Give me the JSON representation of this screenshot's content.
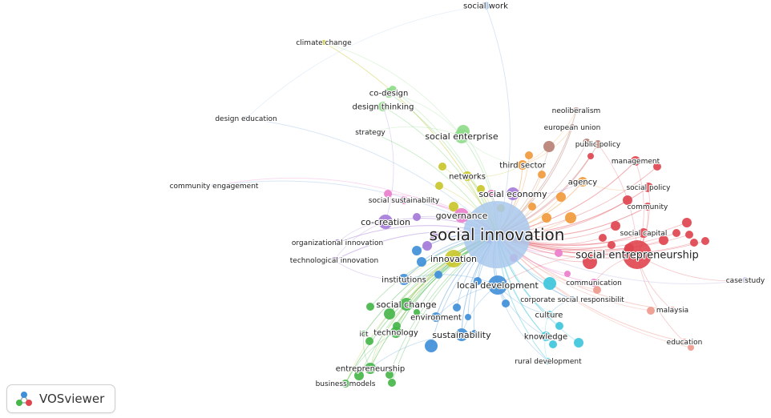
{
  "app": {
    "name": "VOSviewer"
  },
  "colors": {
    "cluster1_red": "#e0454f",
    "cluster2_green": "#46b64a",
    "cluster3_blue": "#3f8fd8",
    "cluster4_yellow": "#c9c62a",
    "cluster5_purple": "#a47ad8",
    "cluster6_cyan": "#3fc6dc",
    "cluster7_orange": "#f09a3c",
    "cluster8_brown": "#b98176",
    "cluster9_pink": "#ea7ecb",
    "core_lightblue": "#a9c8ec",
    "lightgreen": "#8fdc8b",
    "salmon": "#ef9a8e",
    "lavender": "#c3c4ec"
  },
  "network": {
    "items": [
      {
        "id": "social_innovation",
        "label": "social innovation",
        "color": "core_lightblue"
      },
      {
        "id": "social_entrepreneurship",
        "label": "social entrepreneurship",
        "color": "cluster1_red"
      },
      {
        "id": "local_development",
        "label": "local development",
        "color": "cluster3_blue"
      },
      {
        "id": "innovation",
        "label": "innovation",
        "color": "cluster4_yellow"
      },
      {
        "id": "governance",
        "label": "governance",
        "color": "cluster9_pink"
      },
      {
        "id": "co_creation",
        "label": "co-creation",
        "color": "cluster5_purple"
      },
      {
        "id": "social_economy",
        "label": "social economy",
        "color": "cluster5_purple"
      },
      {
        "id": "social_enterprise",
        "label": "social enterprise",
        "color": "lightgreen"
      },
      {
        "id": "sustainability",
        "label": "sustainability",
        "color": "cluster3_blue"
      },
      {
        "id": "social_change",
        "label": "social change",
        "color": "cluster2_green"
      },
      {
        "id": "social_work",
        "label": "social work",
        "color": "core_lightblue"
      },
      {
        "id": "climate_change",
        "label": "climate change",
        "color": "cluster4_yellow"
      },
      {
        "id": "co_design",
        "label": "co-design",
        "color": "lightgreen"
      },
      {
        "id": "design_thinking",
        "label": "design thinking",
        "color": "lightgreen"
      },
      {
        "id": "design_education",
        "label": "design education",
        "color": "core_lightblue"
      },
      {
        "id": "strategy",
        "label": "strategy",
        "color": "lightgreen"
      },
      {
        "id": "community_engagement",
        "label": "community engagement",
        "color": "core_lightblue"
      },
      {
        "id": "social_sustainability",
        "label": "social sustainability",
        "color": "cluster9_pink"
      },
      {
        "id": "networks",
        "label": "networks",
        "color": "cluster4_yellow"
      },
      {
        "id": "third_sector",
        "label": "third sector",
        "color": "cluster7_orange"
      },
      {
        "id": "agency",
        "label": "agency",
        "color": "cluster7_orange"
      },
      {
        "id": "neoliberalism",
        "label": "neoliberalism",
        "color": "cluster8_brown"
      },
      {
        "id": "european_union",
        "label": "european union",
        "color": "cluster8_brown"
      },
      {
        "id": "public_policy",
        "label": "public policy",
        "color": "cluster8_brown"
      },
      {
        "id": "management",
        "label": "management",
        "color": "cluster1_red"
      },
      {
        "id": "social_policy",
        "label": "social policy",
        "color": "cluster1_red"
      },
      {
        "id": "community",
        "label": "community",
        "color": "cluster1_red"
      },
      {
        "id": "social_capital",
        "label": "social capital",
        "color": "cluster1_red"
      },
      {
        "id": "organizational_innovation",
        "label": "organizational innovation",
        "color": "cluster5_purple"
      },
      {
        "id": "technological_innovation",
        "label": "technological innovation",
        "color": "cluster5_purple"
      },
      {
        "id": "institutions",
        "label": "institutions",
        "color": "cluster3_blue"
      },
      {
        "id": "communication",
        "label": "communication",
        "color": "cluster9_pink"
      },
      {
        "id": "case_study",
        "label": "case study",
        "color": "lavender"
      },
      {
        "id": "corporate_social_responsibility",
        "label": "corporate social responsibilit",
        "color": "cluster3_blue"
      },
      {
        "id": "environment",
        "label": "environment",
        "color": "cluster3_blue"
      },
      {
        "id": "ict",
        "label": "ict",
        "color": "cluster2_green"
      },
      {
        "id": "technology",
        "label": "technology",
        "color": "cluster2_green"
      },
      {
        "id": "culture",
        "label": "culture",
        "color": "cluster6_cyan"
      },
      {
        "id": "knowledge",
        "label": "knowledge",
        "color": "cluster6_cyan"
      },
      {
        "id": "malaysia",
        "label": "malaysia",
        "color": "salmon"
      },
      {
        "id": "education",
        "label": "education",
        "color": "salmon"
      },
      {
        "id": "rural_development",
        "label": "rural development",
        "color": "cluster6_cyan"
      },
      {
        "id": "entrepreneurship",
        "label": "entrepreneurship",
        "color": "cluster2_green"
      },
      {
        "id": "business_models",
        "label": "business models",
        "color": "cluster2_green"
      }
    ]
  }
}
